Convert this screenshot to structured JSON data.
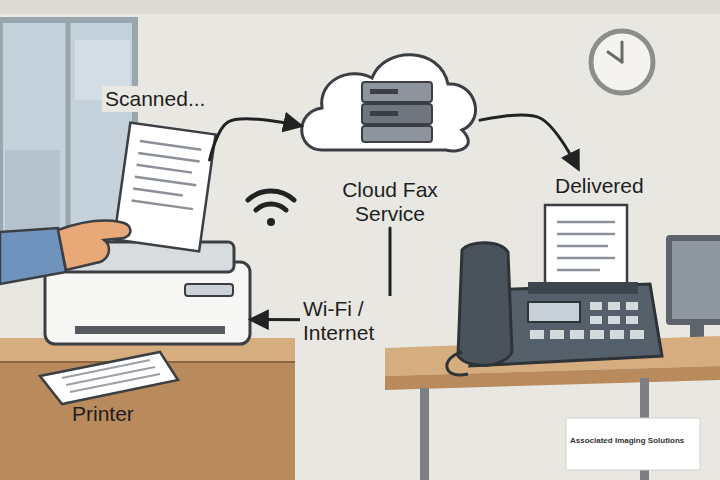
{
  "diagram": {
    "nodes": [
      {
        "text": [
          "Printer"
        ]
      },
      {
        "text": [
          "Cloud Fax Service"
        ]
      },
      {
        "text": [
          "Delivered"
        ]
      }
    ],
    "edges": [
      {
        "from": 0,
        "to": 1,
        "arrow": "to",
        "label": "Scanned..."
      },
      {
        "from": 1,
        "to": 2,
        "arrow": "to"
      },
      {
        "from": 1,
        "to": 0,
        "arrow": "to",
        "label": "Wi-Fi / Internet"
      }
    ],
    "labels": [
      "Associated Imaging Solutions"
    ]
  }
}
